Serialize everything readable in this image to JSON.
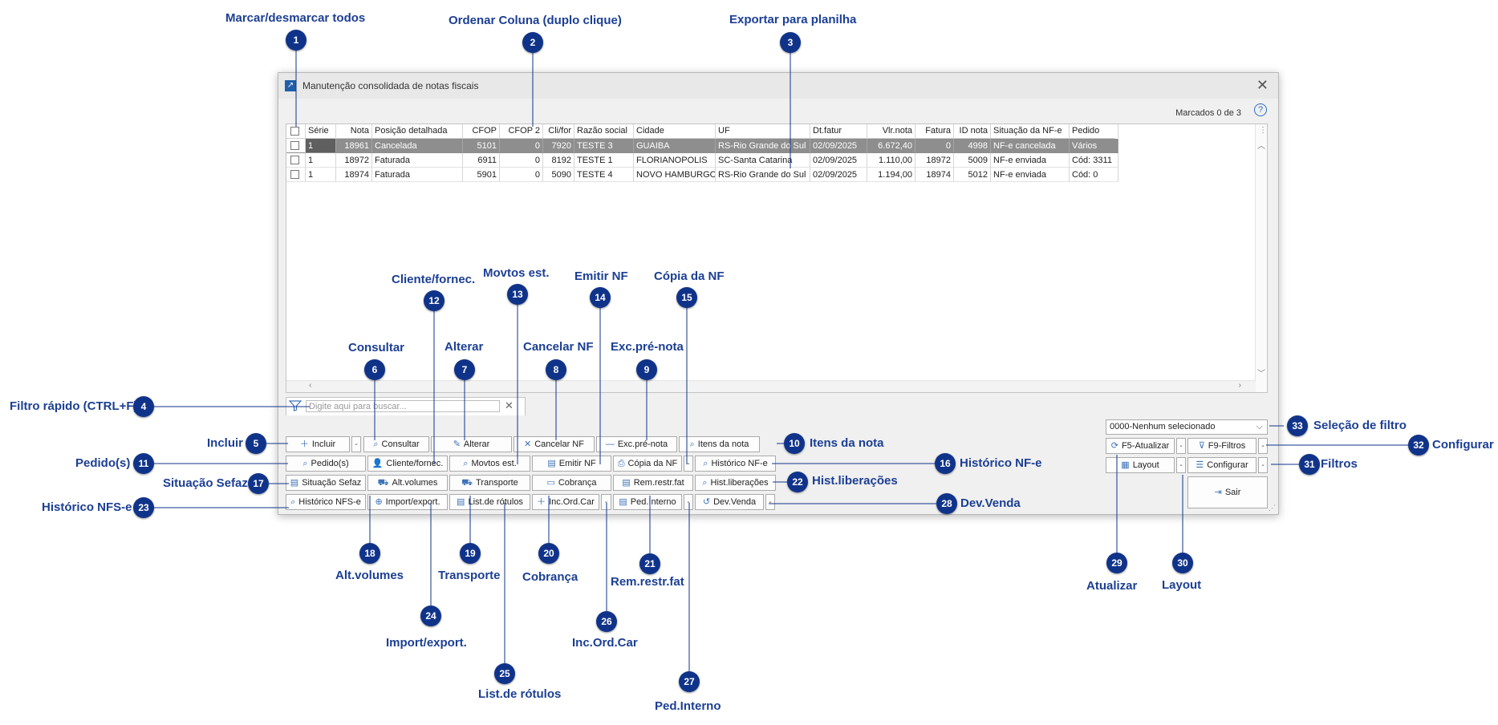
{
  "window": {
    "title": "Manutenção consolidada de notas fiscais",
    "marked": "Marcados 0 de 3"
  },
  "grid": {
    "columns": [
      "Série",
      "Nota",
      "Posição detalhada",
      "CFOP",
      "CFOP 2",
      "Cli/for",
      "Razão social",
      "Cidade",
      "UF",
      "Dt.fatur",
      "Vlr.nota",
      "Fatura",
      "ID nota",
      "Situação da NF-e",
      "Pedido"
    ],
    "rows": [
      [
        "1",
        "18961",
        "Cancelada",
        "5101",
        "0",
        "7920",
        "TESTE 3",
        "GUAIBA",
        "RS-Rio Grande do Sul",
        "02/09/2025",
        "6.672,40",
        "0",
        "4998",
        "NF-e cancelada",
        "Vários"
      ],
      [
        "1",
        "18972",
        "Faturada",
        "6911",
        "0",
        "8192",
        "TESTE 1",
        "FLORIANOPOLIS",
        "SC-Santa Catarina",
        "02/09/2025",
        "1.110,00",
        "18972",
        "5009",
        "NF-e enviada",
        "Cód: 3311"
      ],
      [
        "1",
        "18974",
        "Faturada",
        "5901",
        "0",
        "5090",
        "TESTE 4",
        "NOVO HAMBURGO",
        "RS-Rio Grande do Sul",
        "02/09/2025",
        "1.194,00",
        "18974",
        "5012",
        "NF-e enviada",
        "Cód: 0"
      ]
    ]
  },
  "search": {
    "placeholder": "Digite aqui para buscar..."
  },
  "buttons": {
    "incluir": "Incluir",
    "consultar": "Consultar",
    "alterar": "Alterar",
    "cancelar_nf": "Cancelar NF",
    "exc_pre_nota": "Exc.pré-nota",
    "itens_nota": "Itens da nota",
    "pedidos": "Pedido(s)",
    "cliente_fornec": "Cliente/fornec.",
    "movtos_est": "Movtos est.",
    "emitir_nf": "Emitir NF",
    "copia_nf": "Cópia da NF",
    "historico_nfe": "Histórico NF-e",
    "situacao_sefaz": "Situação Sefaz",
    "alt_volumes": "Alt.volumes",
    "transporte": "Transporte",
    "cobranca": "Cobrança",
    "rem_restr_fat": "Rem.restr.fat",
    "hist_liberacoes": "Hist.liberações",
    "historico_nfse": "Histórico NFS-e",
    "import_export": "Import/export.",
    "list_rotulos": "List.de rótulos",
    "inc_ord_car": "Inc.Ord.Car",
    "ped_interno": "Ped.Interno",
    "dev_venda": "Dev.Venda",
    "atualizar": "F5-Atualizar",
    "filtros": "F9-Filtros",
    "layout": "Layout",
    "configurar": "Configurar",
    "sair": "Sair",
    "split": "-"
  },
  "filter_select": {
    "value": "0000-Nenhum selecionado"
  },
  "callouts": [
    {
      "n": "1",
      "label": "Marcar/desmarcar todos"
    },
    {
      "n": "2",
      "label": "Ordenar Coluna (duplo clique)"
    },
    {
      "n": "3",
      "label": "Exportar para planilha"
    },
    {
      "n": "4",
      "label": "Filtro rápido (CTRL+F)"
    },
    {
      "n": "5",
      "label": "Incluir"
    },
    {
      "n": "6",
      "label": "Consultar"
    },
    {
      "n": "7",
      "label": "Alterar"
    },
    {
      "n": "8",
      "label": "Cancelar NF"
    },
    {
      "n": "9",
      "label": "Exc.pré-nota"
    },
    {
      "n": "10",
      "label": "Itens da nota"
    },
    {
      "n": "11",
      "label": "Pedido(s)"
    },
    {
      "n": "12",
      "label": "Cliente/fornec."
    },
    {
      "n": "13",
      "label": "Movtos est."
    },
    {
      "n": "14",
      "label": "Emitir NF"
    },
    {
      "n": "15",
      "label": "Cópia da NF"
    },
    {
      "n": "16",
      "label": "Histórico NF-e"
    },
    {
      "n": "17",
      "label": "Situação Sefaz"
    },
    {
      "n": "18",
      "label": "Alt.volumes"
    },
    {
      "n": "19",
      "label": "Transporte"
    },
    {
      "n": "20",
      "label": "Cobrança"
    },
    {
      "n": "21",
      "label": "Rem.restr.fat"
    },
    {
      "n": "22",
      "label": "Hist.liberações"
    },
    {
      "n": "23",
      "label": "Histórico NFS-e"
    },
    {
      "n": "24",
      "label": "Import/export."
    },
    {
      "n": "25",
      "label": "List.de rótulos"
    },
    {
      "n": "26",
      "label": "Inc.Ord.Car"
    },
    {
      "n": "27",
      "label": "Ped.Interno"
    },
    {
      "n": "28",
      "label": "Dev.Venda"
    },
    {
      "n": "29",
      "label": "Atualizar"
    },
    {
      "n": "30",
      "label": "Layout"
    },
    {
      "n": "31",
      "label": "Filtros"
    },
    {
      "n": "32",
      "label": "Configurar"
    },
    {
      "n": "33",
      "label": "Seleção de filtro"
    }
  ],
  "colors": {
    "callout": "#10338a",
    "callout_text": "#1c3f94",
    "selected_row": "#8e8e8e",
    "icon_accent": "#3e73b8"
  }
}
